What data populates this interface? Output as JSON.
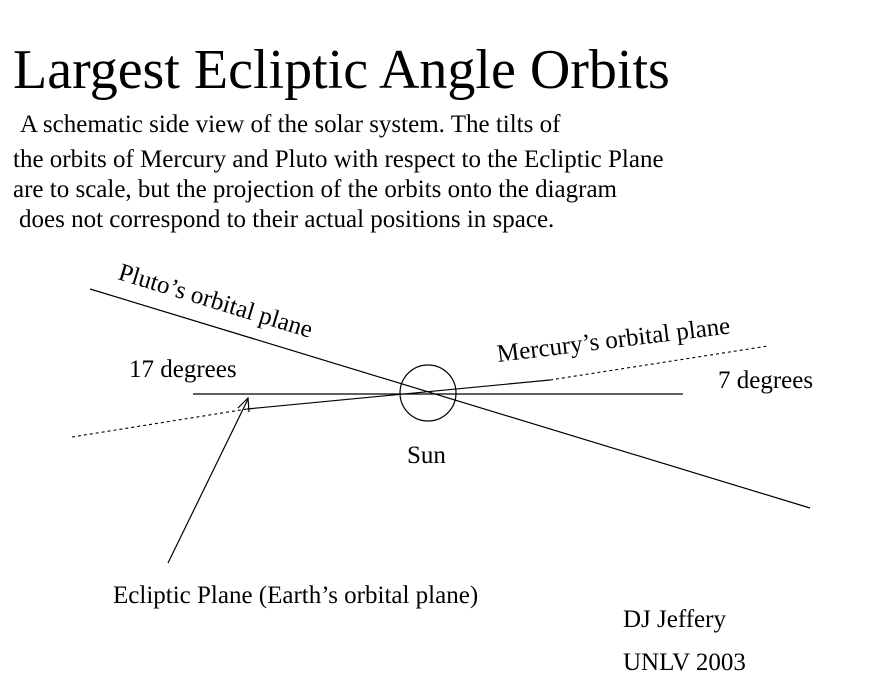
{
  "title": "Largest Ecliptic Angle Orbits",
  "description": {
    "lines": [
      "A schematic side view of the solar system.   The tilts of",
      "the orbits of Mercury and Pluto with respect to the Ecliptic Plane",
      "are to scale, but the projection of the orbits onto the diagram",
      "does not correspond to their actual positions in space."
    ]
  },
  "diagram": {
    "pluto_label": "Pluto’s orbital plane",
    "mercury_label": "Mercury’s orbital plane",
    "pluto_angle": "17 degrees",
    "mercury_angle": "7 degrees",
    "sun_label": "Sun",
    "ecliptic_label": "Ecliptic Plane (Earth’s orbital plane)"
  },
  "credit": {
    "author": "DJ Jeffery",
    "affiliation": "UNLV 2003"
  },
  "colors": {
    "ink": "#000000",
    "background": "#ffffff"
  }
}
